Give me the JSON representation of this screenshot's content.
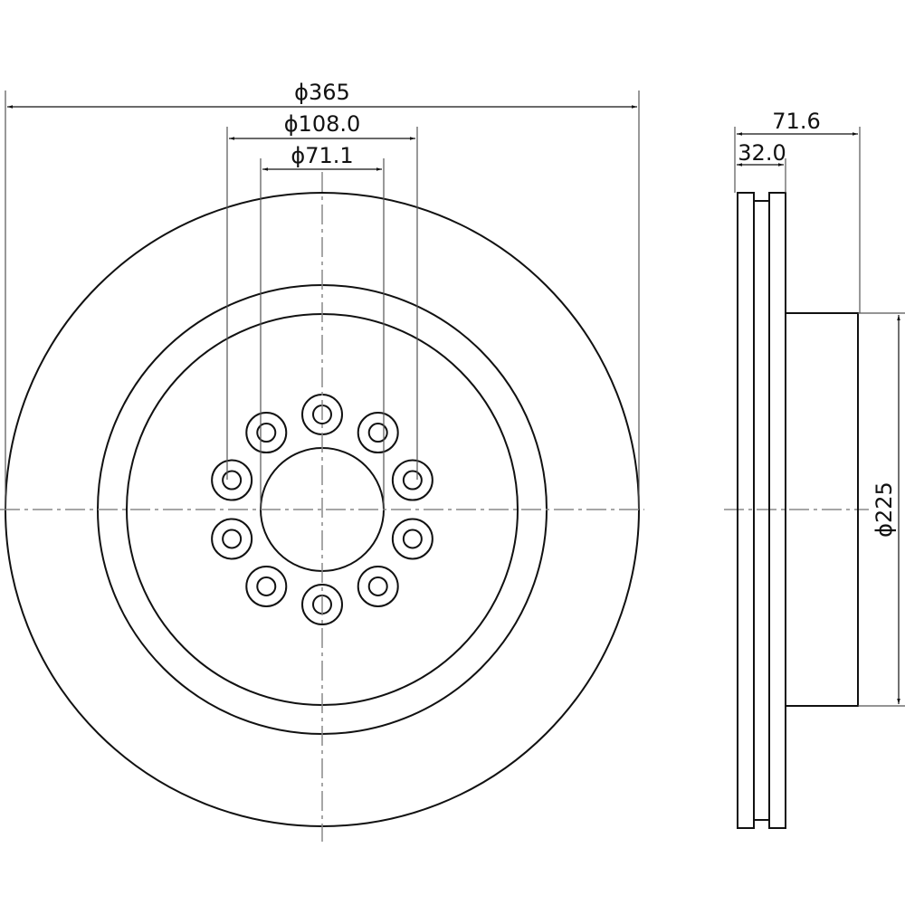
{
  "drawing": {
    "front_view": {
      "outer_diameter_label": "ϕ365",
      "bolt_circle_label": "ϕ108.0",
      "hub_bore_label": "ϕ71.1",
      "bolt_hole_count": 10
    },
    "side_view": {
      "total_height_label": "71.6",
      "thickness_label": "32.0",
      "hat_diameter_label": "ϕ225"
    },
    "colors": {
      "line": "#111111",
      "centerline": "#888888"
    }
  }
}
